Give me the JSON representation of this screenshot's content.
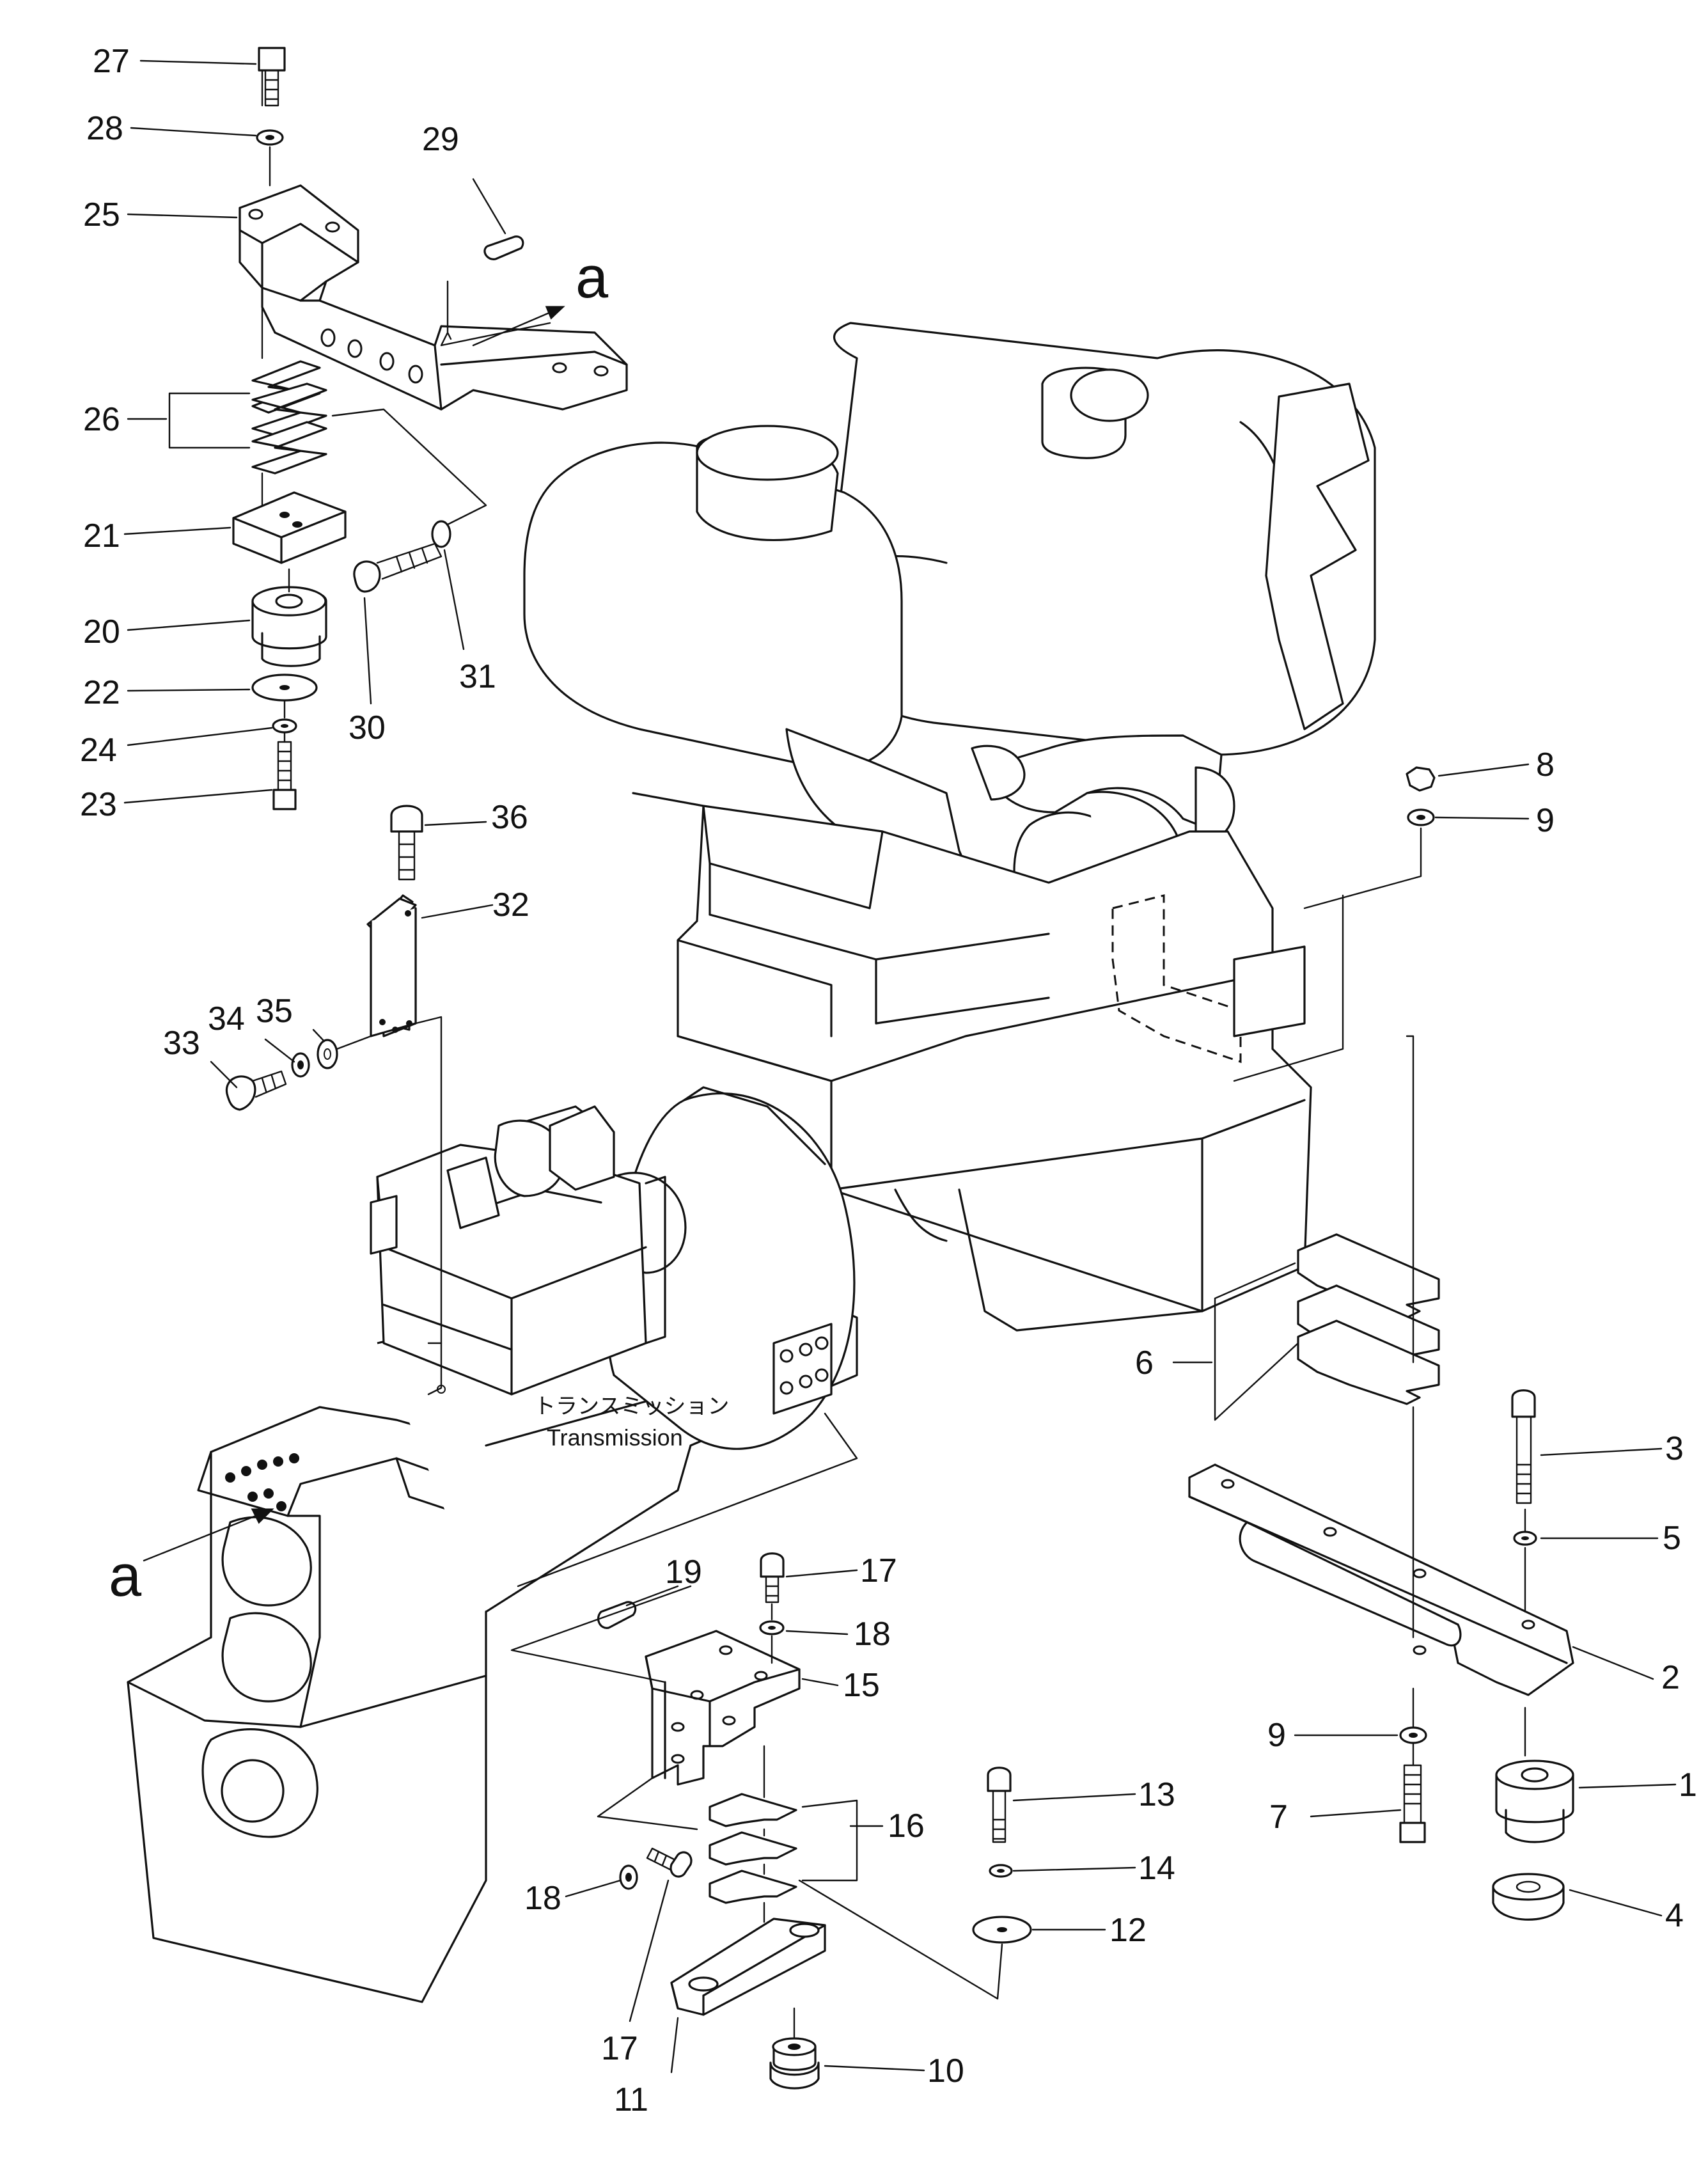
{
  "caption": {
    "japanese": "トランスミッション",
    "english": "Transmission"
  },
  "view_marks": [
    "a",
    "a"
  ],
  "callouts": [
    "1",
    "2",
    "3",
    "4",
    "5",
    "6",
    "7",
    "8",
    "9",
    "9",
    "10",
    "11",
    "12",
    "13",
    "14",
    "15",
    "16",
    "17",
    "17",
    "18",
    "18",
    "19",
    "20",
    "21",
    "22",
    "23",
    "24",
    "25",
    "26",
    "27",
    "28",
    "29",
    "30",
    "31",
    "32",
    "33",
    "34",
    "35",
    "36"
  ]
}
